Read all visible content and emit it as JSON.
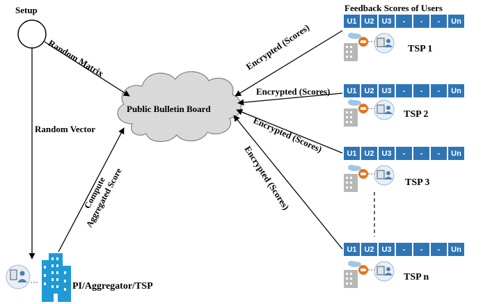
{
  "setup_label": "Setup",
  "random_matrix_label": "Random Matrix",
  "random_vector_label": "Random Vector",
  "board_label": "Public Bulletin Board",
  "compute_label_line1": "Compute",
  "compute_label_line2": "Aggregated Score",
  "aggregator_label": "PI/Aggregator/TSP",
  "feedback_title": "Feedback Scores of Users",
  "edge_label": "Encrypted (Scores)",
  "score_cells": [
    "U1",
    "U2",
    "U3",
    "-",
    "-",
    "-",
    "Un"
  ],
  "tsp_groups": [
    {
      "name": "TSP 1"
    },
    {
      "name": "TSP 2"
    },
    {
      "name": "TSP 3"
    },
    {
      "name": "TSP n"
    }
  ],
  "colors": {
    "cell_blue": "#2e75b6",
    "cloud_fill": "#d9d9d9",
    "building_blue": "#1f9ad6",
    "phone_orange": "#e8731a"
  }
}
